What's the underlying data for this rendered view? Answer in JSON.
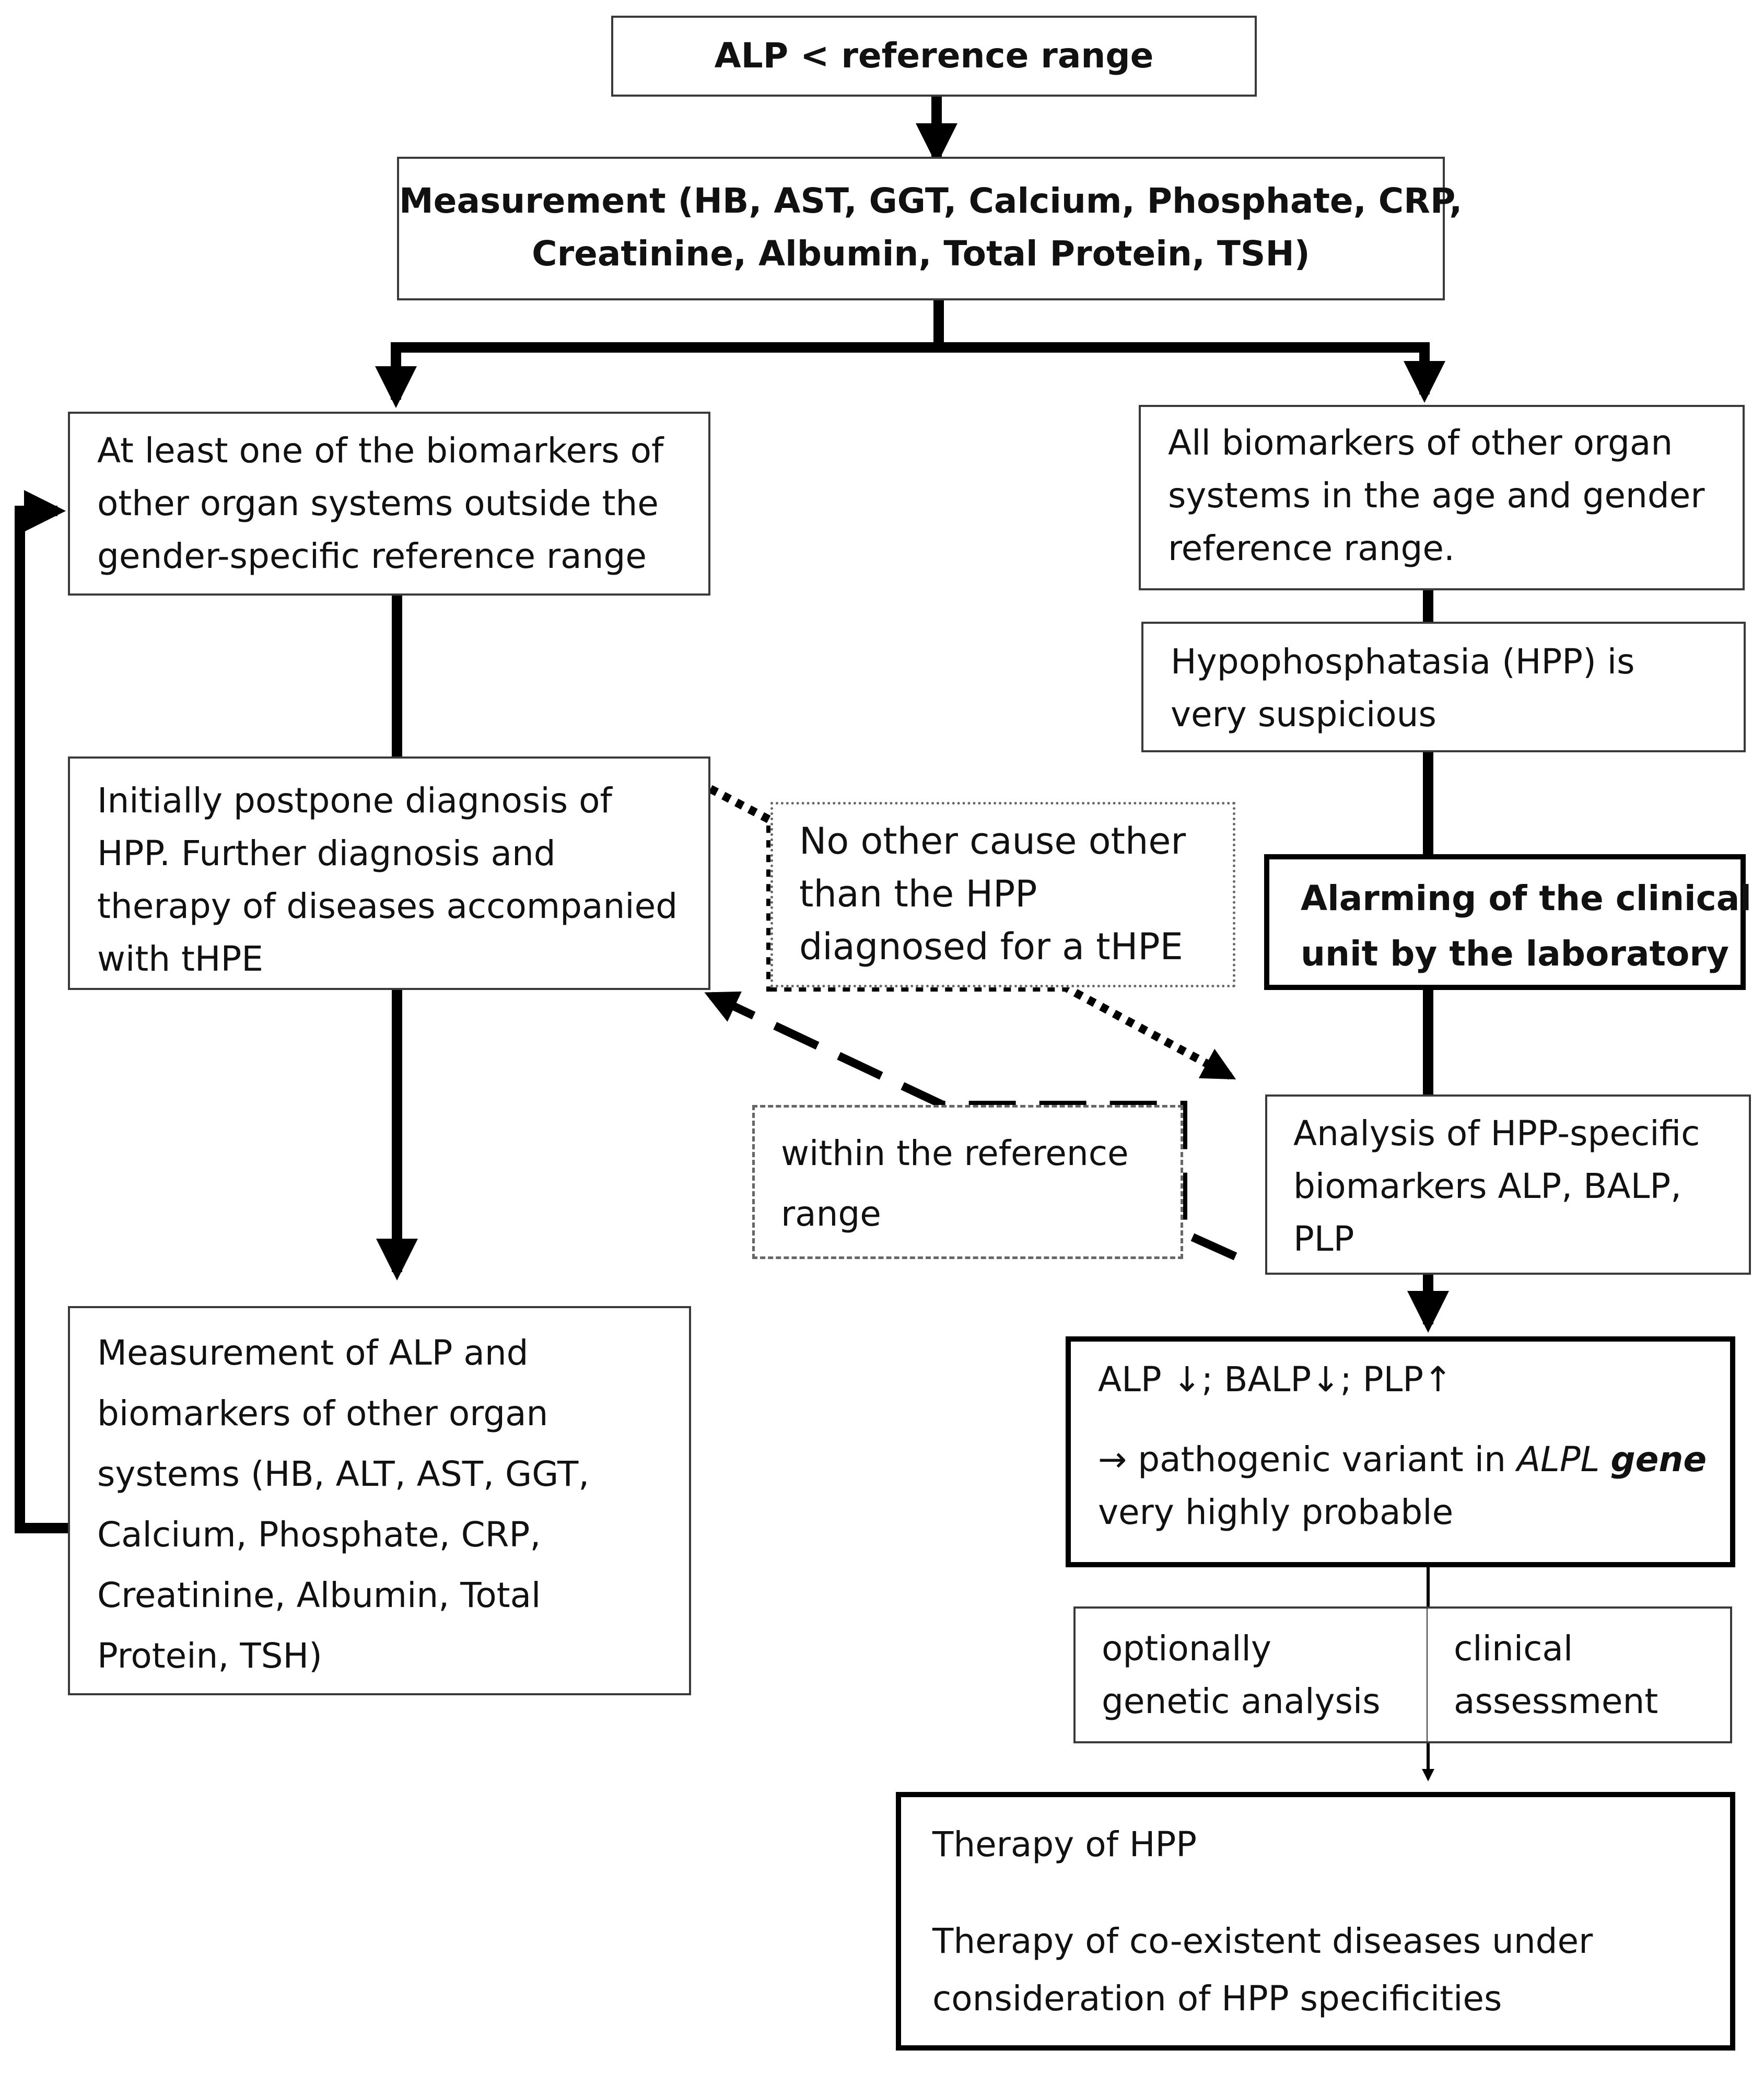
{
  "nodes": {
    "start": {
      "lines": [
        "ALP < reference range"
      ]
    },
    "measurement": {
      "lines": [
        "Measurement (HB, AST, GGT, Calcium, Phosphate, CRP,",
        "Creatinine, Albumin, Total Protein, TSH)"
      ]
    },
    "outside_range": {
      "lines": [
        "At least one of the biomarkers of",
        "other organ systems outside the",
        "gender-specific reference range"
      ]
    },
    "postpone": {
      "lines": [
        "Initially postpone diagnosis of",
        "HPP.  Further diagnosis and",
        "therapy of diseases accompanied",
        "with tHPE"
      ]
    },
    "remeasure": {
      "lines": [
        "Measurement of ALP and",
        "biomarkers of other organ",
        "systems (HB, ALT, AST, GGT,",
        "Calcium, Phosphate, CRP,",
        "Creatinine, Albumin, Total",
        "Protein, TSH)"
      ]
    },
    "in_range": {
      "lines": [
        "All biomarkers of other organ",
        "systems in the age and gender",
        "reference range."
      ]
    },
    "hpp_suspicious": {
      "lines": [
        "Hypophosphatasia (HPP) is",
        "very suspicious"
      ]
    },
    "alarming": {
      "lines": [
        "Alarming of the clinical",
        "unit by the laboratory"
      ]
    },
    "no_other_cause": {
      "lines": [
        "No other cause other",
        "than the HPP",
        "diagnosed for a tHPE"
      ]
    },
    "within_range": {
      "lines": [
        "within the reference",
        "range"
      ]
    },
    "analysis": {
      "lines": [
        "Analysis of HPP-specific",
        "biomarkers ALP, BALP,",
        "PLP"
      ]
    },
    "result": {
      "line1": "ALP ↓; BALP↓; PLP↑",
      "line2_prefix": "→ pathogenic variant in ",
      "line2_gene_italic": "ALPL",
      "line2_gene_word": "gene",
      "line3": "very highly probable"
    },
    "genetic": {
      "lines": [
        "optionally",
        "genetic analysis"
      ]
    },
    "clinical": {
      "lines": [
        "clinical",
        "assessment"
      ]
    },
    "therapy": {
      "para1": "Therapy of HPP",
      "para2_lines": [
        "Therapy of co-existent diseases under",
        "consideration of HPP specificities"
      ]
    }
  }
}
